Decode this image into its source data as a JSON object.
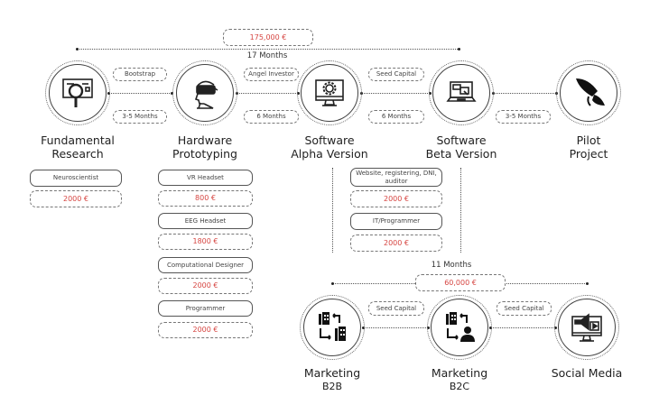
{
  "top": {
    "budget": "175,000 €",
    "duration": "17 Months"
  },
  "stages": [
    {
      "line1": "Fundamental",
      "line2": "Research",
      "icon": "magnifier-document-icon"
    },
    {
      "line1": "Hardware",
      "line2": "Prototyping",
      "icon": "vr-headset-person-icon"
    },
    {
      "line1": "Software",
      "line2": "Alpha Version",
      "icon": "monitor-gear-icon"
    },
    {
      "line1": "Software",
      "line2": "Beta Version",
      "icon": "laptop-icon"
    },
    {
      "line1": "Pilot",
      "line2": "Project",
      "icon": "rocket-icon"
    }
  ],
  "connectors": [
    {
      "funding": "Bootstrap",
      "duration": "3-5 Months"
    },
    {
      "funding": "Angel Investor",
      "duration": "6 Months"
    },
    {
      "funding": "Seed Capital",
      "duration": "6 Months"
    },
    {
      "duration": "3-5 Months"
    }
  ],
  "costs": {
    "research": [
      {
        "role": "Neuroscientist",
        "cost": "2000 €"
      }
    ],
    "hardware": [
      {
        "role": "VR Headset",
        "cost": "800 €"
      },
      {
        "role": "EEG Headset",
        "cost": "1800 €"
      },
      {
        "role": "Computational Designer",
        "cost": "2000 €"
      },
      {
        "role": "Programmer",
        "cost": "2000 €"
      }
    ],
    "software": [
      {
        "role": "Website, registering, DNI, auditor",
        "cost": "2000 €"
      },
      {
        "role": "IT/Programmer",
        "cost": "2000 €"
      }
    ]
  },
  "marketing": {
    "duration": "11 Months",
    "budget": "60,000 €",
    "stages": [
      {
        "line1": "Marketing",
        "line2": "B2B"
      },
      {
        "line1": "Marketing",
        "line2": "B2C"
      },
      {
        "line1": "Social Media",
        "line2": ""
      }
    ],
    "connectors": [
      "Seed Capital",
      "Seed Capital"
    ]
  },
  "colors": {
    "money": "#d64541",
    "line": "#555555"
  }
}
